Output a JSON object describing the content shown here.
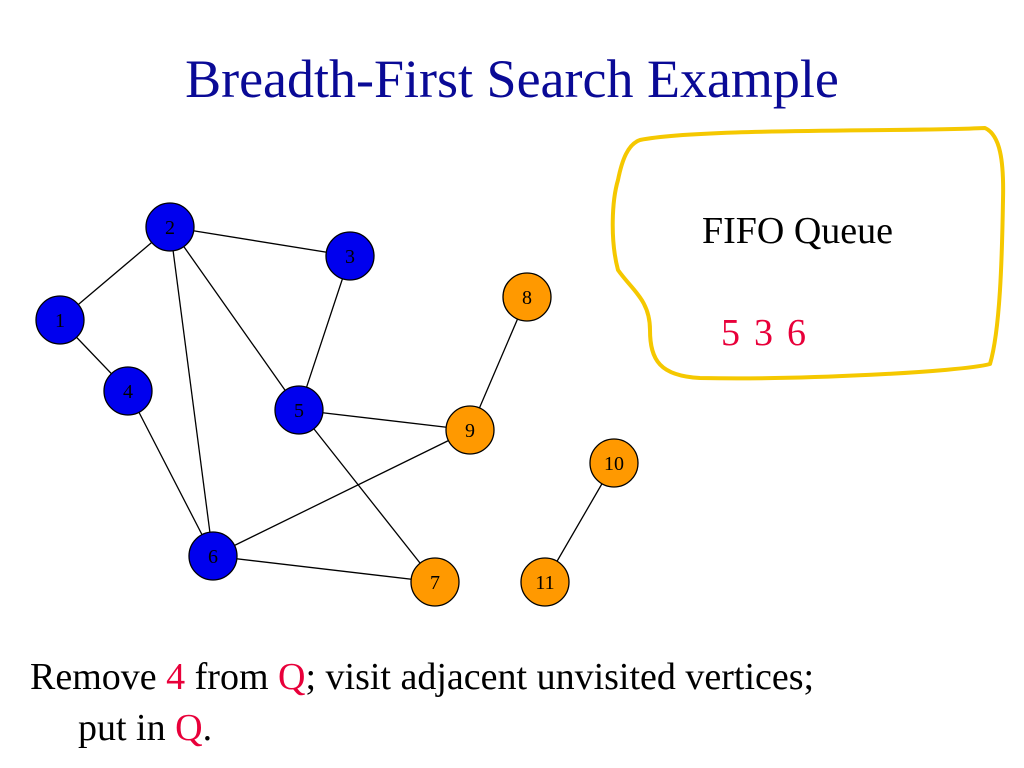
{
  "title": "Breadth-First Search Example",
  "queue": {
    "title": "FIFO Queue",
    "items": [
      "5",
      "3",
      "6"
    ],
    "highlight_color": "#e8003a",
    "border_color": "#f5c800"
  },
  "graph": {
    "visited_color": "#0000ee",
    "unvisited_color": "#ff9900",
    "nodes": [
      {
        "id": "1",
        "state": "visited"
      },
      {
        "id": "2",
        "state": "visited"
      },
      {
        "id": "3",
        "state": "visited"
      },
      {
        "id": "4",
        "state": "visited"
      },
      {
        "id": "5",
        "state": "visited"
      },
      {
        "id": "6",
        "state": "visited"
      },
      {
        "id": "7",
        "state": "unvisited"
      },
      {
        "id": "8",
        "state": "unvisited"
      },
      {
        "id": "9",
        "state": "unvisited"
      },
      {
        "id": "10",
        "state": "unvisited"
      },
      {
        "id": "11",
        "state": "unvisited"
      }
    ],
    "edges": [
      [
        "1",
        "2"
      ],
      [
        "1",
        "4"
      ],
      [
        "2",
        "3"
      ],
      [
        "2",
        "5"
      ],
      [
        "2",
        "6"
      ],
      [
        "3",
        "5"
      ],
      [
        "4",
        "6"
      ],
      [
        "5",
        "9"
      ],
      [
        "5",
        "7"
      ],
      [
        "6",
        "9"
      ],
      [
        "6",
        "7"
      ],
      [
        "8",
        "9"
      ],
      [
        "10",
        "11"
      ]
    ]
  },
  "caption": {
    "part1": "Remove ",
    "removed": "4",
    "part2": " from ",
    "queue_symbol": "Q",
    "part3": "; visit adjacent unvisited vertices;",
    "line2_prefix": "put in ",
    "line2_queue_symbol": "Q",
    "line2_suffix": "."
  }
}
